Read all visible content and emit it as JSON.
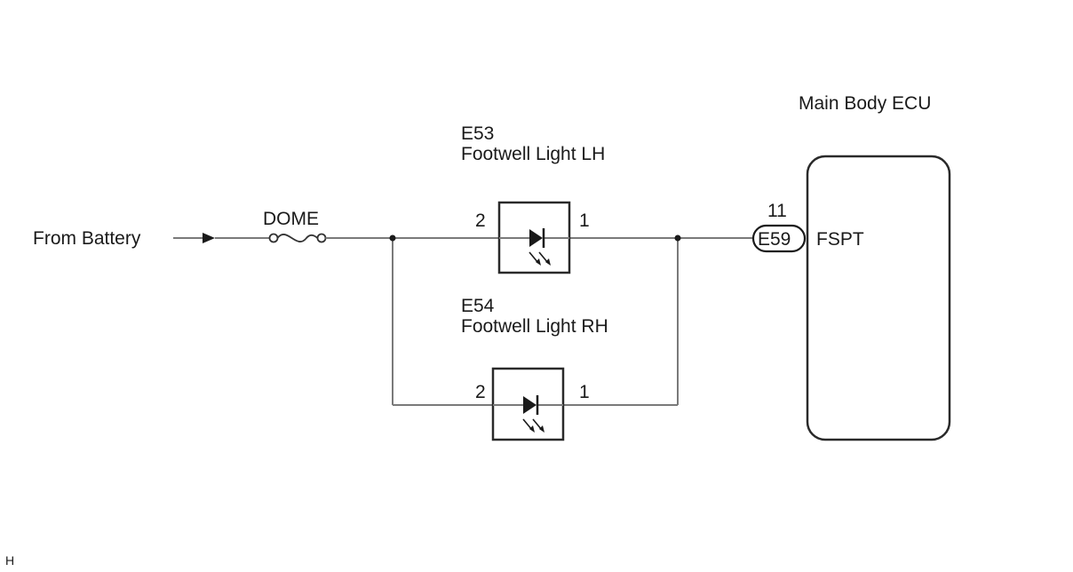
{
  "source_label": "From Battery",
  "fuse_label": "DOME",
  "ecu": {
    "title": "Main Body ECU",
    "connector": "E59",
    "pin": "11",
    "terminal": "FSPT"
  },
  "lights": [
    {
      "code": "E53",
      "name": "Footwell Light LH",
      "pin_in": "2",
      "pin_out": "1"
    },
    {
      "code": "E54",
      "name": "Footwell Light RH",
      "pin_in": "2",
      "pin_out": "1"
    }
  ],
  "corner_mark": "H",
  "colors": {
    "wire": "#7a7a7a",
    "outline": "#2a2a2a",
    "text": "#1a1a1a"
  }
}
